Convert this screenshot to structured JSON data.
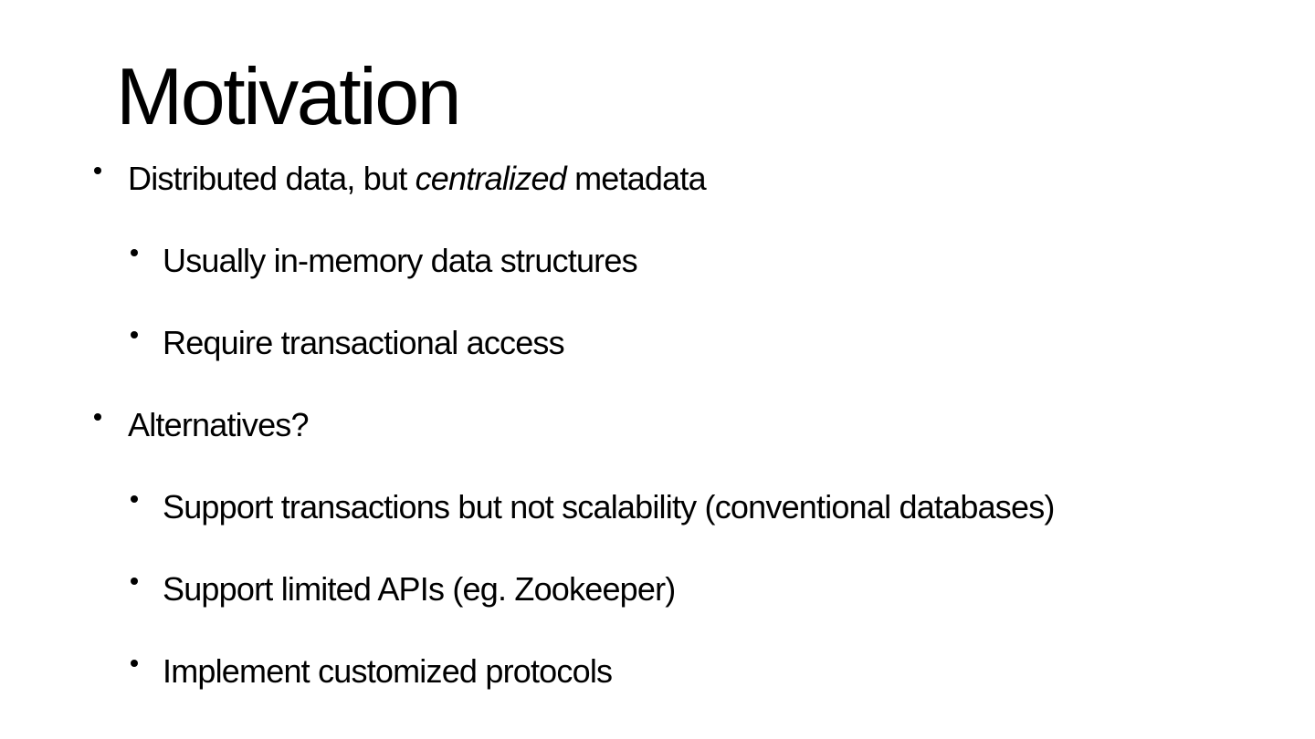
{
  "slide": {
    "title": "Motivation",
    "colors": {
      "background": "#ffffff",
      "text": "#000000"
    },
    "bullets": [
      {
        "level": 1,
        "runs": {
          "pre": "Distributed data, but ",
          "italic": "centralized",
          "post": " metadata"
        }
      },
      {
        "level": 2,
        "text": "Usually in-memory data structures"
      },
      {
        "level": 2,
        "text": "Require transactional access"
      },
      {
        "level": 1,
        "text": "Alternatives?"
      },
      {
        "level": 2,
        "text": "Support transactions but not scalability (conventional databases)"
      },
      {
        "level": 2,
        "text": "Support limited APIs (eg. Zookeeper)"
      },
      {
        "level": 2,
        "text": "Implement customized protocols"
      }
    ]
  }
}
